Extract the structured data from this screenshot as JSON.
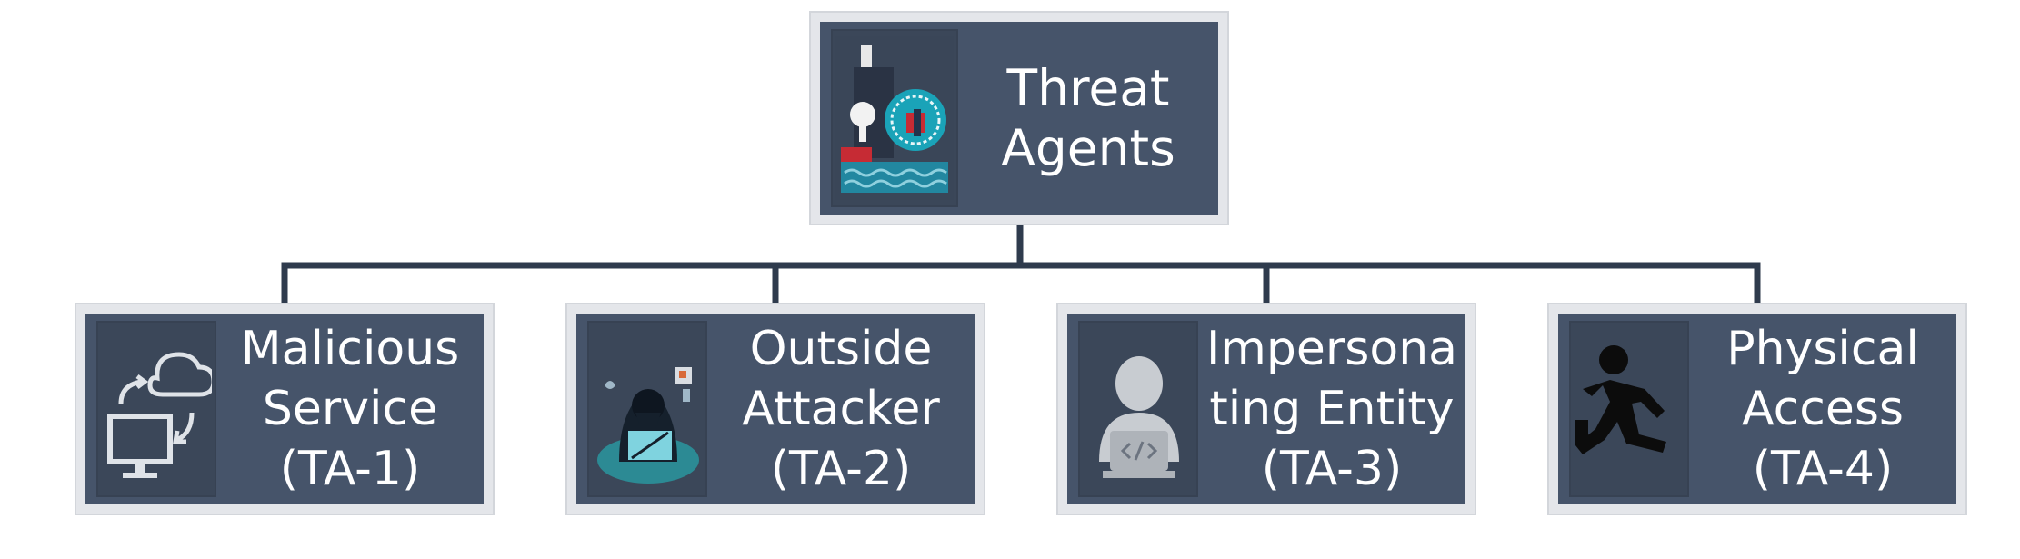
{
  "root": {
    "lines": [
      "Threat",
      "Agents"
    ],
    "icon": "security-lock-icon"
  },
  "children": [
    {
      "lines": [
        "Malicious",
        "Service",
        "(TA-1)"
      ],
      "icon": "cloud-sync-computer-icon"
    },
    {
      "lines": [
        "Outside",
        "Attacker",
        "(TA-2)"
      ],
      "icon": "hooded-hacker-icon"
    },
    {
      "lines": [
        "Impersona",
        "ting Entity",
        "(TA-3)"
      ],
      "icon": "user-laptop-code-icon"
    },
    {
      "lines": [
        "Physical",
        "Access",
        "(TA-4)"
      ],
      "icon": "running-person-icon"
    }
  ],
  "colors": {
    "box": "#46546a",
    "box_border": "#e4e6ea",
    "connector": "#2f3b4d",
    "text": "#ffffff"
  }
}
